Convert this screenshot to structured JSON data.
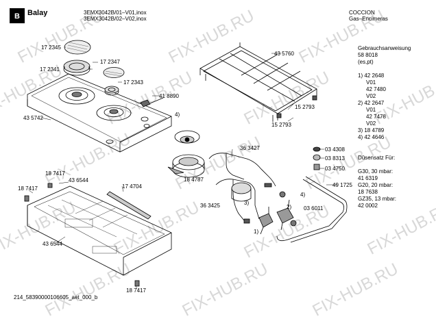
{
  "header": {
    "brand": "Balay",
    "models": [
      "3EMX3042B/01–V01,inox",
      "3EMX3042B/02–V02,inox"
    ],
    "category": "COCCION",
    "subcategory": "Gas–Encimeras"
  },
  "footer": {
    "doc_id": "214_58390000106605_aet_000_b"
  },
  "watermark": "FIX-HUB.RU",
  "side_panel": [
    "Gebrauchsanweisung",
    "58 8018",
    "(es,pt)",
    "",
    "1) 42 2648",
    "     V01",
    "     42 7480",
    "     V02",
    "2) 42 2647",
    "     V01",
    "     42 7478",
    "     V02",
    "3) 18 4789",
    "4) 42 4646",
    "",
    "",
    "Düsensatz Für:",
    "",
    "G30, 30 mbar:",
    "41 6319",
    "G20, 20 mbar:",
    "18 7638",
    "GZ35, 13 mbar:",
    "42 0002"
  ],
  "parts": [
    {
      "id": "p1",
      "text": "17 2345"
    },
    {
      "id": "p2",
      "text": "17 2347"
    },
    {
      "id": "p3",
      "text": "17 2341"
    },
    {
      "id": "p4",
      "text": "17 2343"
    },
    {
      "id": "p5",
      "text": "41 8890"
    },
    {
      "id": "p6",
      "text": "4)"
    },
    {
      "id": "p7",
      "text": "43 5742"
    },
    {
      "id": "p8",
      "text": "43 5760"
    },
    {
      "id": "p9",
      "text": "15 2793"
    },
    {
      "id": "p10",
      "text": "15 2793"
    },
    {
      "id": "p11",
      "text": "36 3427"
    },
    {
      "id": "p12",
      "text": "18 4787"
    },
    {
      "id": "p13",
      "text": "03 4308"
    },
    {
      "id": "p14",
      "text": "03 8313"
    },
    {
      "id": "p15",
      "text": "03 4750"
    },
    {
      "id": "p16",
      "text": "18 7417"
    },
    {
      "id": "p17",
      "text": "43 6544"
    },
    {
      "id": "p18",
      "text": "18 7417"
    },
    {
      "id": "p19",
      "text": "17 4704"
    },
    {
      "id": "p20",
      "text": "36 3425"
    },
    {
      "id": "p21",
      "text": "3)"
    },
    {
      "id": "p22",
      "text": "4)"
    },
    {
      "id": "p23",
      "text": "49 1725"
    },
    {
      "id": "p24",
      "text": "2)"
    },
    {
      "id": "p25",
      "text": "03 6011"
    },
    {
      "id": "p26",
      "text": "1)"
    },
    {
      "id": "p27",
      "text": "43 6544"
    },
    {
      "id": "p28",
      "text": "18 7417"
    }
  ]
}
